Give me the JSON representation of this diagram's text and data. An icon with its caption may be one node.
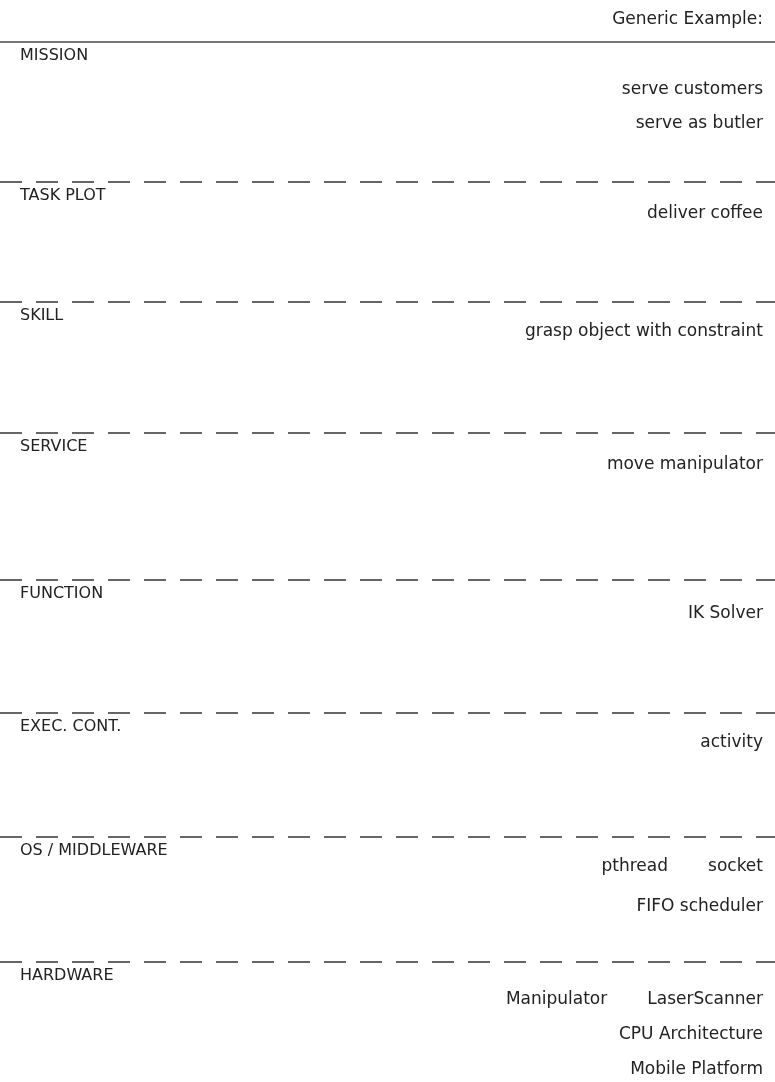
{
  "diagram": {
    "title": "Generic Example:",
    "nodes": [
      {
        "text": [
          "MISSION",
          "serve customers",
          "serve as butler"
        ]
      },
      {
        "text": [
          "TASK PLOT",
          "deliver coffee"
        ]
      },
      {
        "text": [
          "SKILL",
          "grasp object with constraint"
        ]
      },
      {
        "text": [
          "SERVICE",
          "move manipulator"
        ]
      },
      {
        "text": [
          "FUNCTION",
          "IK Solver"
        ]
      },
      {
        "text": [
          "EXEC. CONT.",
          "activity"
        ]
      },
      {
        "text": [
          "OS / MIDDLEWARE",
          "pthread",
          "socket",
          "FIFO scheduler"
        ]
      },
      {
        "text": [
          "HARDWARE",
          "Manipulator",
          "LaserScanner",
          "CPU Architecture",
          "Mobile Platform"
        ]
      }
    ]
  }
}
